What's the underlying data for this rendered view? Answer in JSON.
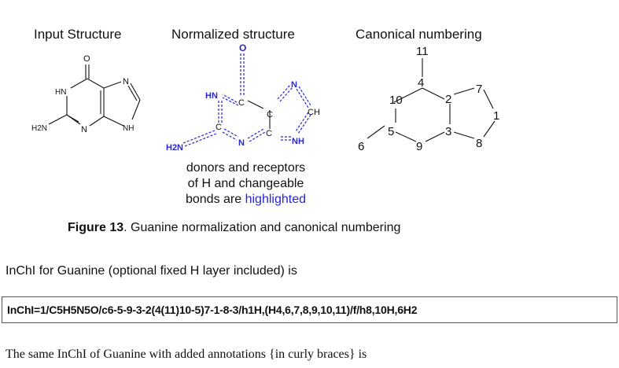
{
  "panels": {
    "input_title": "Input Structure",
    "normalized_title": "Normalized structure",
    "canonical_title": "Canonical numbering"
  },
  "input_structure": {
    "atoms": [
      "O",
      "HN",
      "N",
      "H2N",
      "N",
      "NH"
    ]
  },
  "normalized_structure": {
    "atoms": [
      "O",
      "HN",
      "C",
      "C",
      "N",
      "CH",
      "C",
      "C",
      "N",
      "NH",
      "H2N"
    ],
    "highlight_color": "#2626d9"
  },
  "canonical_numbering": {
    "labels": [
      "11",
      "4",
      "10",
      "2",
      "7",
      "1",
      "5",
      "3",
      "6",
      "9",
      "8"
    ]
  },
  "normalized_caption": {
    "line1": "donors and receptors",
    "line2": "of H and changeable",
    "line3_prefix": "bonds are ",
    "line3_highlight": "highlighted"
  },
  "figure_caption": {
    "label": "Figure 13",
    "text": ". Guanine normalization and canonical numbering"
  },
  "intro_text": "InChI for Guanine (optional fixed H layer included) is",
  "inchi_string": "InChI=1/C5H5N5O/c6-5-9-3-2(4(11)10-5)7-1-8-3/h1H,(H4,6,7,8,9,10,11)/f/h8,10H,6H2",
  "annotations_text": "The same InChI of Guanine with added annotations {in curly braces} is"
}
